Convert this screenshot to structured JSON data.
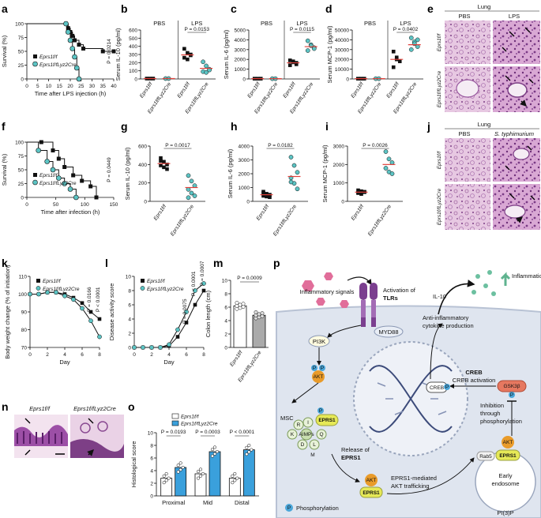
{
  "panels": {
    "a": {
      "letter": "a",
      "ylabel": "Survival (%)",
      "xlabel": "Time after LPS injection (h)",
      "pval": "P = 0.0214",
      "legend": [
        "Eprs1f/f",
        "Eprs1f/fLyz2Cre"
      ]
    },
    "b": {
      "letter": "b",
      "ylabel": "Serum IL-10 (pg/ml)",
      "groups": [
        "PBS",
        "LPS"
      ],
      "pval": "P = 0.0153",
      "xticks": [
        "Eprs1f/f",
        "Eprs1f/fLyz2Cre",
        "Eprs1f/f",
        "Eprs1f/fLyz2Cre"
      ]
    },
    "c": {
      "letter": "c",
      "ylabel": "Serum IL-6 (pg/ml)",
      "groups": [
        "PBS",
        "LPS"
      ],
      "pval": "P = 0.0115"
    },
    "d": {
      "letter": "d",
      "ylabel": "Serum MCP-1 (pg/ml)",
      "groups": [
        "PBS",
        "LPS"
      ],
      "pval": "P = 0.0402"
    },
    "e": {
      "letter": "e",
      "title": "Lung",
      "cols": [
        "PBS",
        "LPS"
      ],
      "rows": [
        "Eprs1f/f",
        "Eprs1f/fLyz2Cre"
      ]
    },
    "f": {
      "letter": "f",
      "ylabel": "Survival (%)",
      "xlabel": "Time after infection (h)",
      "pval": "P = 0.0449",
      "legend": [
        "Eprs1f/f",
        "Eprs1f/fLyz2Cre"
      ]
    },
    "g": {
      "letter": "g",
      "ylabel": "Serum IL-10 (pg/ml)",
      "pval": "P = 0.0017",
      "xticks": [
        "Eprs1f/f",
        "Eprs1f/fLyz2Cre"
      ]
    },
    "h": {
      "letter": "h",
      "ylabel": "Serum IL-6 (pg/ml)",
      "pval": "P = 0.0182"
    },
    "i": {
      "letter": "i",
      "ylabel": "Serum MCP-1 (pg/ml)",
      "pval": "P = 0.0026"
    },
    "j": {
      "letter": "j",
      "title": "Lung",
      "cols": [
        "PBS",
        "S. typhimurium"
      ],
      "rows": [
        "Eprs1f/f",
        "Eprs1f/fLyz2Cre"
      ]
    },
    "k": {
      "letter": "k",
      "ylabel": "Body weight change (% of initiation)",
      "xlabel": "Day",
      "pvals": [
        "P = 0.0166",
        "P < 0.0001"
      ],
      "legend": [
        "Eprs1f/f",
        "Eprs1f/fLyz2Cre"
      ]
    },
    "l": {
      "letter": "l",
      "ylabel": "Disease activity score",
      "xlabel": "Day",
      "pvals": [
        "P = 0.0075",
        "P < 0.0001",
        "P = 0.0007"
      ],
      "legend": [
        "Eprs1f/f",
        "Eprs1f/fLyz2Cre"
      ]
    },
    "m": {
      "letter": "m",
      "ylabel": "Colon length (cm)",
      "pval": "P = 0.0009"
    },
    "n": {
      "letter": "n",
      "cols": [
        "Eprs1f/f",
        "Eprs1f/fLyz2Cre"
      ]
    },
    "o": {
      "letter": "o",
      "ylabel": "Histological score",
      "categories": [
        "Proximal",
        "Mid",
        "Distal"
      ],
      "pvals": [
        "P = 0.0193",
        "P = 0.0003",
        "P < 0.0001"
      ],
      "legend": [
        "Eprs1f/f",
        "Eprs1f/fLyz2Cre"
      ]
    },
    "p": {
      "letter": "p",
      "labels": {
        "inflam": "Inflammatory signals",
        "activation": "Activation of",
        "tlrs": "TLRs",
        "myd88": "MYD88",
        "il10": "IL-10",
        "resolution": "Inflammation resolution",
        "anti": "Anti-inflammatory",
        "cytokine": "cytokine production",
        "pi3k": "PI3K",
        "akt": "AKT",
        "creb": "CREB",
        "creb_act": "CREB activation",
        "gsk": "GSK3β",
        "inhib1": "Inhibition",
        "inhib2": "through",
        "inhib3": "phosphorylation",
        "msc": "MSC",
        "eprs1": "EPRS1",
        "aimps": "AIMPs",
        "release1": "Release of",
        "release2": "EPRS1",
        "traffic1": "EPRS1-mediated",
        "traffic2": "AKT trafficking",
        "rab5": "Rab5",
        "early1": "Early",
        "early2": "endosome",
        "pi3p": "PI(3)P",
        "phos": "Phosphorylation",
        "p": "P"
      },
      "msc_letters": [
        "R",
        "I",
        "L",
        "K",
        "D",
        "Q",
        "M"
      ]
    }
  },
  "chart_data": [
    {
      "panel": "a",
      "type": "line",
      "xlabel": "Time after LPS injection (h)",
      "ylabel": "Survival (%)",
      "xlim": [
        0,
        40
      ],
      "ylim": [
        0,
        100
      ],
      "xticks": [
        0,
        5,
        10,
        15,
        20,
        25,
        30,
        35,
        40
      ],
      "yticks": [
        0,
        25,
        50,
        75,
        100
      ],
      "series": [
        {
          "name": "Eprs1f/f",
          "x": [
            0,
            18,
            19,
            20,
            21,
            22,
            24,
            26,
            35,
            40
          ],
          "y": [
            100,
            100,
            92,
            85,
            78,
            70,
            62,
            55,
            50,
            50
          ]
        },
        {
          "name": "Eprs1f/fLyz2Cre",
          "x": [
            0,
            18,
            19,
            20,
            21,
            22,
            23,
            24
          ],
          "y": [
            100,
            100,
            85,
            70,
            55,
            40,
            20,
            0
          ]
        }
      ]
    },
    {
      "panel": "b",
      "type": "scatter",
      "ylabel": "Serum IL-10 (pg/ml)",
      "ylim": [
        0,
        600
      ],
      "yticks": [
        0,
        100,
        200,
        300,
        400,
        500,
        600
      ],
      "series": [
        {
          "name": "PBS Eprs1f/f",
          "values": [
            5,
            5,
            5
          ],
          "mean": 5
        },
        {
          "name": "PBS Eprs1f/fLyz2Cre",
          "values": [
            5,
            5
          ],
          "mean": 5
        },
        {
          "name": "LPS Eprs1f/f",
          "values": [
            370,
            320,
            290,
            260,
            240,
            300
          ],
          "mean": 295
        },
        {
          "name": "LPS Eprs1f/fLyz2Cre",
          "values": [
            210,
            160,
            120,
            90,
            80,
            110
          ],
          "mean": 130
        }
      ]
    },
    {
      "panel": "c",
      "type": "scatter",
      "ylabel": "Serum IL-6 (pg/ml)",
      "ylim": [
        0,
        5000
      ],
      "yticks": [
        0,
        1000,
        2000,
        3000,
        4000,
        5000
      ],
      "series": [
        {
          "name": "PBS Eprs1f/f",
          "values": [
            30,
            30,
            30
          ],
          "mean": 30
        },
        {
          "name": "PBS Eprs1f/fLyz2Cre",
          "values": [
            30,
            30
          ],
          "mean": 30
        },
        {
          "name": "LPS Eprs1f/f",
          "values": [
            1900,
            1700,
            1500,
            1400,
            1800,
            1650
          ],
          "mean": 1650
        },
        {
          "name": "LPS Eprs1f/fLyz2Cre",
          "values": [
            3900,
            3500,
            3200,
            2900,
            3400,
            3100
          ],
          "mean": 3300
        }
      ]
    },
    {
      "panel": "d",
      "type": "scatter",
      "ylabel": "Serum MCP-1 (pg/ml)",
      "ylim": [
        0,
        50000
      ],
      "yticks": [
        0,
        10000,
        20000,
        30000,
        40000,
        50000
      ],
      "series": [
        {
          "name": "PBS Eprs1f/f",
          "values": [
            300,
            300,
            300
          ],
          "mean": 300
        },
        {
          "name": "PBS Eprs1f/fLyz2Cre",
          "values": [
            300,
            300
          ],
          "mean": 300
        },
        {
          "name": "LPS Eprs1f/f",
          "values": [
            28000,
            22000,
            18000,
            12000,
            20000
          ],
          "mean": 20000
        },
        {
          "name": "LPS Eprs1f/fLyz2Cre",
          "values": [
            42000,
            38000,
            33000,
            30000,
            36000,
            40000
          ],
          "mean": 35000
        }
      ]
    },
    {
      "panel": "f",
      "type": "line",
      "xlabel": "Time after infection (h)",
      "ylabel": "Survival (%)",
      "xlim": [
        0,
        150
      ],
      "ylim": [
        0,
        100
      ],
      "xticks": [
        0,
        50,
        100,
        150
      ],
      "yticks": [
        0,
        25,
        50,
        75,
        100
      ],
      "series": [
        {
          "name": "Eprs1f/f",
          "x": [
            0,
            25,
            45,
            55,
            65,
            80,
            95,
            110,
            120
          ],
          "y": [
            100,
            100,
            85,
            70,
            55,
            40,
            30,
            20,
            0
          ]
        },
        {
          "name": "Eprs1f/fLyz2Cre",
          "x": [
            0,
            20,
            35,
            45,
            55,
            65,
            75,
            85
          ],
          "y": [
            100,
            85,
            65,
            50,
            35,
            25,
            15,
            0
          ]
        }
      ]
    },
    {
      "panel": "g",
      "type": "scatter",
      "ylabel": "Serum IL-10 (pg/ml)",
      "ylim": [
        0,
        600
      ],
      "yticks": [
        0,
        200,
        400,
        600
      ],
      "series": [
        {
          "name": "Eprs1f/f",
          "values": [
            470,
            430,
            400,
            390,
            370,
            350,
            440
          ],
          "mean": 410
        },
        {
          "name": "Eprs1f/fLyz2Cre",
          "values": [
            280,
            220,
            170,
            130,
            90,
            60,
            40
          ],
          "mean": 150
        }
      ]
    },
    {
      "panel": "h",
      "type": "scatter",
      "ylabel": "Serum IL-6 (pg/ml)",
      "ylim": [
        0,
        4000
      ],
      "yticks": [
        0,
        1000,
        2000,
        3000,
        4000
      ],
      "series": [
        {
          "name": "Eprs1f/f",
          "values": [
            700,
            550,
            480,
            400,
            350,
            300,
            600
          ],
          "mean": 480
        },
        {
          "name": "Eprs1f/fLyz2Cre",
          "values": [
            3200,
            2600,
            2100,
            1700,
            1300,
            900,
            1400
          ],
          "mean": 1800
        }
      ]
    },
    {
      "panel": "i",
      "type": "scatter",
      "ylabel": "Serum MCP-1 (pg/ml)",
      "ylim": [
        0,
        3000
      ],
      "yticks": [
        0,
        1000,
        2000,
        3000
      ],
      "series": [
        {
          "name": "Eprs1f/f",
          "values": [
            600,
            550,
            500,
            450,
            400,
            520,
            480
          ],
          "mean": 500
        },
        {
          "name": "Eprs1f/fLyz2Cre",
          "values": [
            2700,
            2300,
            2100,
            1800,
            1600,
            1500
          ],
          "mean": 2000
        }
      ]
    },
    {
      "panel": "k",
      "type": "line",
      "xlabel": "Day",
      "ylabel": "Body weight change (% of initiation)",
      "xlim": [
        0,
        8
      ],
      "ylim": [
        70,
        110
      ],
      "xticks": [
        0,
        2,
        4,
        6,
        8
      ],
      "yticks": [
        70,
        80,
        90,
        100,
        110
      ],
      "series": [
        {
          "name": "Eprs1f/f",
          "x": [
            0,
            1,
            2,
            3,
            4,
            5,
            6,
            7,
            8
          ],
          "y": [
            100,
            100,
            101,
            101,
            100,
            98,
            95,
            90,
            86
          ]
        },
        {
          "name": "Eprs1f/fLyz2Cre",
          "x": [
            0,
            1,
            2,
            3,
            4,
            5,
            6,
            7,
            8
          ],
          "y": [
            100,
            100,
            101,
            101,
            99,
            97,
            92,
            85,
            76
          ]
        }
      ]
    },
    {
      "panel": "l",
      "type": "line",
      "xlabel": "Day",
      "ylabel": "Disease activity score",
      "xlim": [
        0,
        8
      ],
      "ylim": [
        0,
        10
      ],
      "xticks": [
        0,
        2,
        4,
        6,
        8
      ],
      "yticks": [
        0,
        2,
        4,
        6,
        8,
        10
      ],
      "series": [
        {
          "name": "Eprs1f/f",
          "x": [
            0,
            1,
            2,
            3,
            4,
            5,
            6,
            7,
            8
          ],
          "y": [
            0,
            0,
            0,
            0,
            0.2,
            1.5,
            3.5,
            6,
            8
          ]
        },
        {
          "name": "Eprs1f/fLyz2Cre",
          "x": [
            0,
            1,
            2,
            3,
            4,
            5,
            6,
            7,
            8
          ],
          "y": [
            0,
            0,
            0,
            0,
            0.4,
            2.5,
            5,
            8,
            9
          ]
        }
      ]
    },
    {
      "panel": "m",
      "type": "bar",
      "ylabel": "Colon length (cm)",
      "ylim": [
        0,
        10
      ],
      "yticks": [
        0,
        2,
        4,
        6,
        8,
        10
      ],
      "categories": [
        "Eprs1f/f",
        "Eprs1f/fLyz2Cre"
      ],
      "values": [
        6.2,
        4.8
      ]
    },
    {
      "panel": "o",
      "type": "bar",
      "ylabel": "Histological score",
      "ylim": [
        0,
        10
      ],
      "yticks": [
        0,
        2,
        4,
        6,
        8,
        10
      ],
      "categories": [
        "Proximal",
        "Mid",
        "Distal"
      ],
      "series": [
        {
          "name": "Eprs1f/f",
          "values": [
            2.8,
            3.5,
            2.8
          ]
        },
        {
          "name": "Eprs1f/fLyz2Cre",
          "values": [
            4.5,
            7.0,
            7.3
          ]
        }
      ]
    }
  ]
}
